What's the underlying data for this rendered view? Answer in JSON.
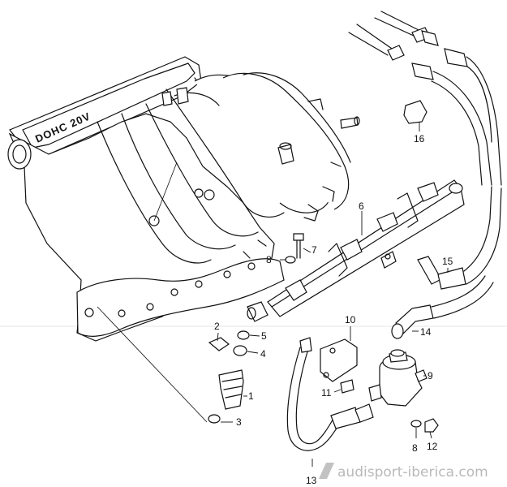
{
  "manifold_stamp": "DOHC 20V",
  "parts": [
    {
      "id": "p1",
      "label": "1"
    },
    {
      "id": "p2",
      "label": "2"
    },
    {
      "id": "p3",
      "label": "3"
    },
    {
      "id": "p4",
      "label": "4"
    },
    {
      "id": "p5",
      "label": "5"
    },
    {
      "id": "p6",
      "label": "6"
    },
    {
      "id": "p7",
      "label": "7"
    },
    {
      "id": "p8a",
      "label": "8"
    },
    {
      "id": "p8b",
      "label": "8"
    },
    {
      "id": "p9",
      "label": "9"
    },
    {
      "id": "p10",
      "label": "10"
    },
    {
      "id": "p11",
      "label": "11"
    },
    {
      "id": "p12",
      "label": "12"
    },
    {
      "id": "p13",
      "label": "13"
    },
    {
      "id": "p14",
      "label": "14"
    },
    {
      "id": "p15",
      "label": "15"
    },
    {
      "id": "p16",
      "label": "16"
    }
  ],
  "watermark": "audisport-iberica.com"
}
